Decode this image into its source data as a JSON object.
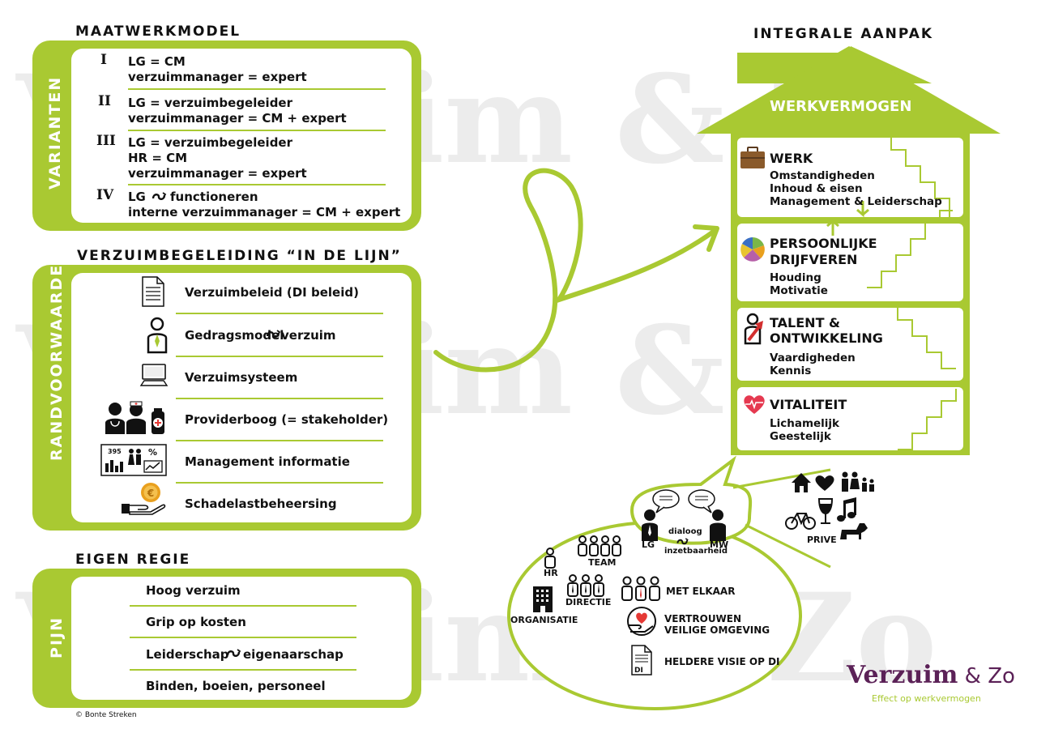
{
  "watermark": {
    "text": "Verzuim & Zo"
  },
  "maatwerk": {
    "title": "MAATWERKMODEL",
    "tab": "VARIANTEN",
    "items": [
      {
        "num": "I",
        "lines": [
          "LG = CM",
          "verzuimmanager = expert"
        ]
      },
      {
        "num": "II",
        "lines": [
          "LG = verzuimbegeleider",
          "verzuimmanager = CM + expert"
        ]
      },
      {
        "num": "III",
        "lines": [
          "LG = verzuimbegeleider",
          "HR = CM",
          "verzuimmanager = expert"
        ]
      },
      {
        "num": "IV",
        "line1_a": "LG",
        "line1_b": "functioneren",
        "line2": "interne verzuimmanager = CM + expert"
      }
    ]
  },
  "lijn": {
    "title": "VERZUIMBEGELEIDING “IN DE LIJN”",
    "tab": "RANDVOORWAARDEN",
    "items": [
      {
        "label": "Verzuimbeleid (DI beleid)"
      },
      {
        "label_a": "Gedragsmodel",
        "label_b": "verzuim"
      },
      {
        "label": "Verzuimsysteem"
      },
      {
        "label": "Providerboog (= stakeholder)"
      },
      {
        "label": "Management informatie"
      },
      {
        "label": "Schadelastbeheersing"
      }
    ],
    "mgmt_icon": {
      "num": "395",
      "pct": "%"
    }
  },
  "regie": {
    "title": "EIGEN REGIE",
    "tab": "PIJN",
    "items": [
      {
        "label": "Hoog verzuim"
      },
      {
        "label": "Grip op kosten"
      },
      {
        "label_a": "Leiderschap",
        "label_b": "eigenaarschap"
      },
      {
        "label": "Binden, boeien, personeel"
      }
    ]
  },
  "copyright": "© Bonte Streken",
  "house": {
    "title": "INTEGRALE AANPAK",
    "roof": "WERKVERMOGEN",
    "floors": [
      {
        "title": "WERK",
        "subs": [
          "Omstandigheden",
          "Inhoud & eisen",
          "Management & Leiderschap"
        ]
      },
      {
        "title1": "PERSOONLIJKE",
        "title2": "DRIJFVEREN",
        "subs": [
          "Houding",
          "Motivatie"
        ]
      },
      {
        "title1": "TALENT &",
        "title2": "ONTWIKKELING",
        "subs": [
          "Vaardigheden",
          "Kennis"
        ]
      },
      {
        "title": "VITALITEIT",
        "subs": [
          "Lichamelijk",
          "Geestelijk"
        ]
      }
    ]
  },
  "bubble": {
    "lg": "LG",
    "mw": "MW",
    "dialoog": "dialoog",
    "inzet": "inzetbaarheid",
    "team": "TEAM",
    "hr": "HR",
    "directie": "DIRECTIE",
    "organisatie": "ORGANISATIE",
    "met_elkaar": "MET ELKAAR",
    "vertrouwen1": "VERTROUWEN",
    "vertrouwen2": "VEILIGE OMGEVING",
    "heldere": "HELDERE VISIE OP DI",
    "di": "DI",
    "prive": "PRIVE"
  },
  "logo": {
    "name_a": "Verzuim",
    "name_b": " & Zo",
    "tagline": "Effect op werkvermogen"
  },
  "colors": {
    "green": "#a9c932",
    "purple": "#5b2157",
    "orange": "#e9a01e"
  }
}
